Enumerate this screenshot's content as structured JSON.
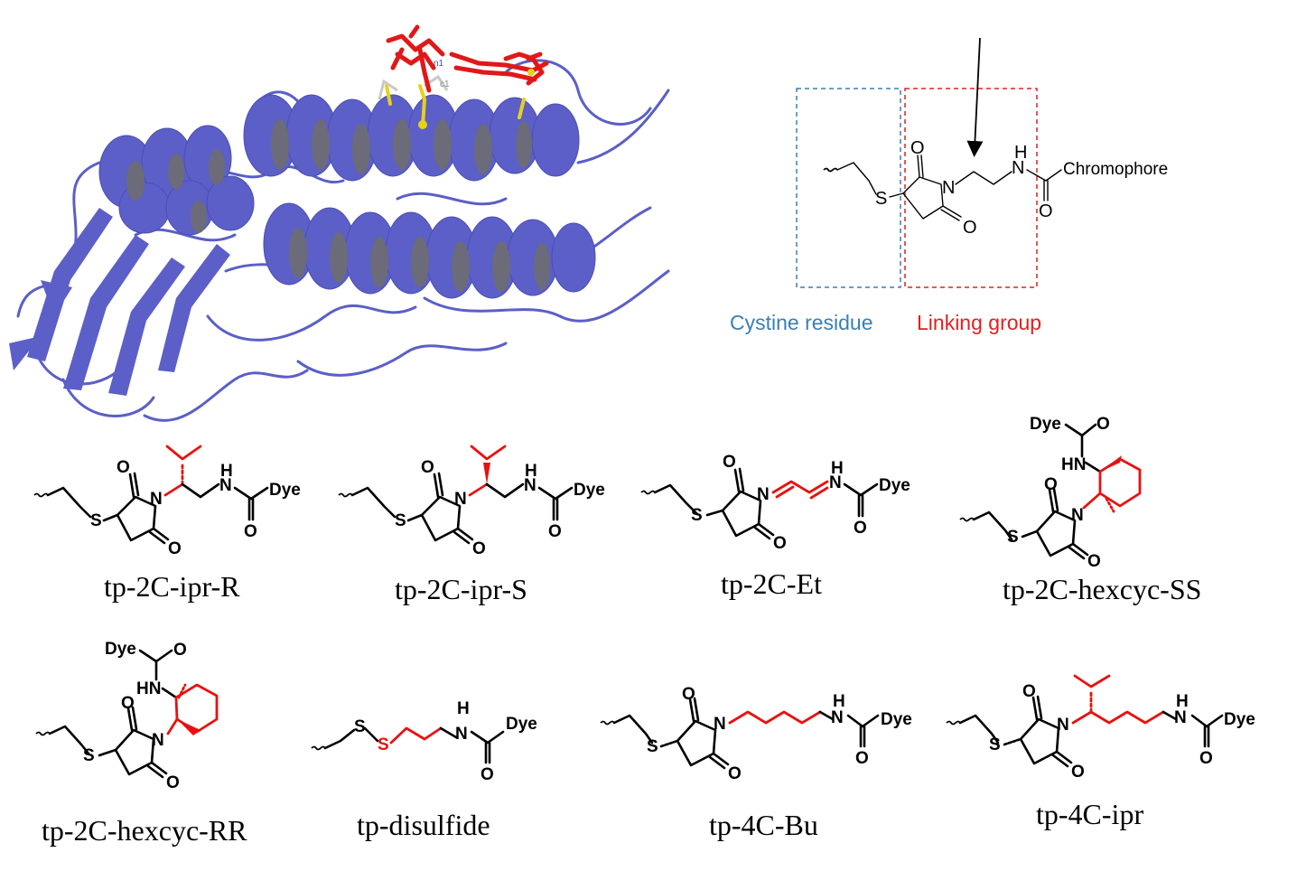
{
  "protein": {
    "labels": {
      "n1": "n1",
      "c1": "c1"
    },
    "colors": {
      "ribbon": "#5b5fc7",
      "ribbon_dark": "#6b6b7a",
      "ligand": "#e11818",
      "sulfur": "#e6d21a"
    }
  },
  "scheme": {
    "atoms": {
      "s": "S",
      "n": "N",
      "o1": "O",
      "o2": "O",
      "nh": "N",
      "h": "H",
      "o3": "O",
      "chromophore": "Chromophore"
    },
    "legend": {
      "cystine": "Cystine residue",
      "linking": "Linking group"
    },
    "colors": {
      "cystine_box": "#3a7fb5",
      "linking_box": "#e02020"
    }
  },
  "molecules": [
    {
      "caption": "tp-2C-ipr-R",
      "dye": "Dye",
      "s": "S",
      "n": "N",
      "nh": "N",
      "h": "H",
      "o": "O"
    },
    {
      "caption": "tp-2C-ipr-S",
      "dye": "Dye",
      "s": "S",
      "n": "N",
      "nh": "N",
      "h": "H",
      "o": "O"
    },
    {
      "caption": "tp-2C-Et",
      "dye": "Dye",
      "s": "S",
      "n": "N",
      "nh": "N",
      "h": "H",
      "o": "O"
    },
    {
      "caption": "tp-2C-hexcyc-SS",
      "dye": "Dye",
      "s": "S",
      "n": "N",
      "nh": "HN",
      "o": "O"
    },
    {
      "caption": "tp-2C-hexcyc-RR",
      "dye": "Dye",
      "s": "S",
      "n": "N",
      "nh": "HN",
      "o": "O"
    },
    {
      "caption": "tp-disulfide",
      "dye": "Dye",
      "s": "S",
      "s2": "S",
      "nh": "N",
      "h": "H",
      "o": "O"
    },
    {
      "caption": "tp-4C-Bu",
      "dye": "Dye",
      "s": "S",
      "n": "N",
      "nh": "N",
      "h": "H",
      "o": "O"
    },
    {
      "caption": "tp-4C-ipr",
      "dye": "Dye",
      "s": "S",
      "n": "N",
      "nh": "N",
      "h": "H",
      "o": "O"
    }
  ]
}
